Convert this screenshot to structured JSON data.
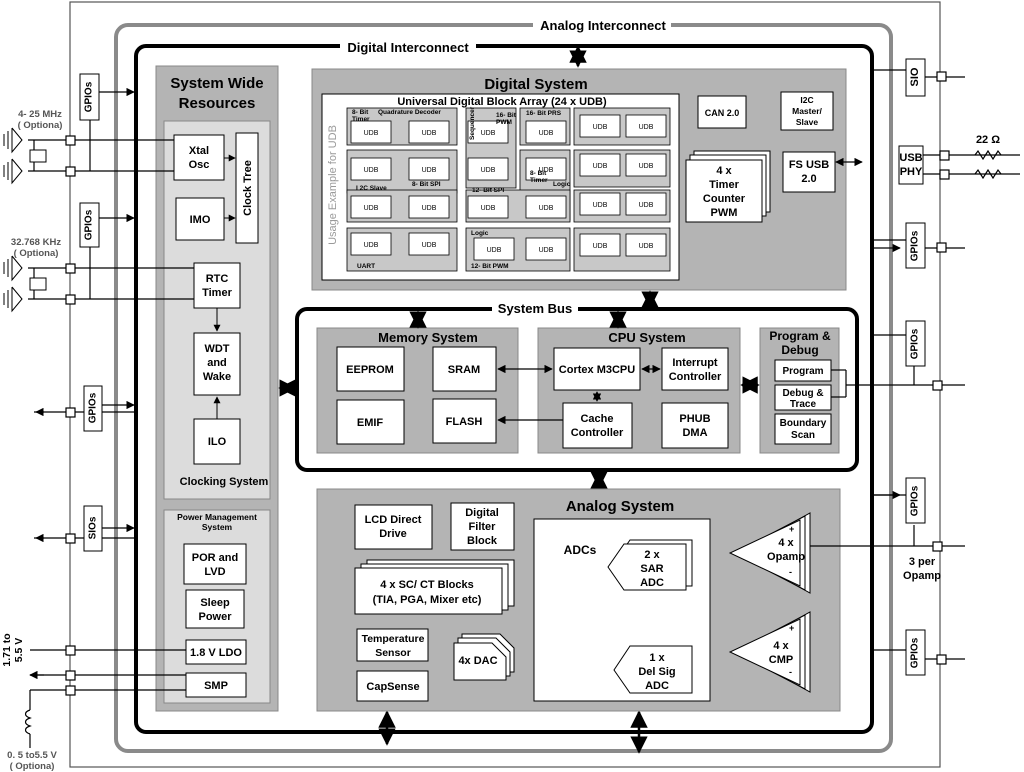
{
  "interconnect": {
    "analog": "Analog Interconnect",
    "digital": "Digital Interconnect",
    "system_bus": "System Bus"
  },
  "system_wide": {
    "title_line1": "System Wide",
    "title_line2": "Resources",
    "xtal_osc": [
      "Xtal",
      "Osc"
    ],
    "clock_tree": "Clock Tree",
    "imo": "IMO",
    "rtc_timer": [
      "RTC",
      "Timer"
    ],
    "wdt_wake": [
      "WDT",
      "and",
      "Wake"
    ],
    "ilo": "ILO",
    "clocking_system": "Clocking System",
    "power_mgmt": [
      "Power Management",
      "System"
    ],
    "por_lvd": [
      "POR and",
      "LVD"
    ],
    "sleep_power": [
      "Sleep",
      "Power"
    ],
    "ldo": "1.8 V LDO",
    "smp": "SMP"
  },
  "digital_system": {
    "title": "Digital System",
    "udb_array": "Universal Digital Block Array (24 x UDB)",
    "usage_example": "Usage Example for UDB",
    "udb": "UDB",
    "labels": {
      "timer_8bit": [
        "8- Bit",
        "Timer"
      ],
      "quad_decoder": "Quadrature Decoder",
      "sequencer": "Sequencer",
      "pwm_16bit": [
        "16- Bit",
        "PWM"
      ],
      "prs_16bit": "16- Bit PRS",
      "i2c_slave": "I 2C Slave",
      "spi_8bit": "8- Bit SPI",
      "spi_12bit": "12- Bit SPI",
      "timer_8bit_b": [
        "8- Bit",
        "Timer"
      ],
      "logic_a": "Logic",
      "logic_b": "Logic",
      "uart": "UART",
      "pwm_12bit": "12- Bit PWM"
    },
    "can": "CAN 2.0",
    "i2c_master": [
      "I2C",
      "Master/",
      "Slave"
    ],
    "timer_counter": [
      "4 x",
      "Timer",
      "Counter",
      "PWM"
    ],
    "fs_usb": [
      "FS USB",
      "2.0"
    ]
  },
  "memory_system": {
    "title": "Memory System",
    "eeprom": "EEPROM",
    "sram": "SRAM",
    "emif": "EMIF",
    "flash": "FLASH"
  },
  "cpu_system": {
    "title": "CPU System",
    "cortex": "Cortex M3CPU",
    "interrupt": [
      "Interrupt",
      "Controller"
    ],
    "cache": [
      "Cache",
      "Controller"
    ],
    "phub": [
      "PHUB",
      "DMA"
    ]
  },
  "program_debug": {
    "title": [
      "Program &",
      "Debug"
    ],
    "program": "Program",
    "debug_trace": [
      "Debug &",
      "Trace"
    ],
    "boundary_scan": [
      "Boundary",
      "Scan"
    ]
  },
  "analog_system": {
    "title": "Analog System",
    "lcd": [
      "LCD Direct",
      "Drive"
    ],
    "dfb": [
      "Digital",
      "Filter",
      "Block"
    ],
    "sc_ct": [
      "4 x SC/ CT Blocks",
      "(TIA, PGA, Mixer etc)"
    ],
    "temp_sensor": [
      "Temperature",
      "Sensor"
    ],
    "dac": "4x DAC",
    "capsense": "CapSense",
    "adcs": "ADCs",
    "sar_adc": [
      "2 x",
      "SAR",
      "ADC"
    ],
    "delsig_adc": [
      "1 x",
      "Del Sig",
      "ADC"
    ],
    "opamp": [
      "4 x",
      "Opamp"
    ],
    "cmp": [
      "4 x",
      "CMP"
    ]
  },
  "io": {
    "gpios": "GPIOs",
    "sios": "SIOs",
    "sio": "SIO",
    "usb_phy": [
      "USB",
      "PHY"
    ],
    "resistor": "22 Ω",
    "three_per_opamp": [
      "3 per",
      "Opamp"
    ]
  },
  "external": {
    "mhz": [
      "4- 25 MHz",
      "( Optiona)"
    ],
    "khz": [
      "32.768  KHz",
      "( Optiona)"
    ],
    "vdd": [
      "1.71 to",
      "5.5 V"
    ],
    "boost": [
      "0. 5 to5.5 V",
      "( Optiona)"
    ]
  },
  "colors": {
    "panel": "#b4b4b4",
    "panel_light": "#cfcfcf",
    "block": "#ffffff",
    "analog_border": "#8a8a8a",
    "line": "#000000"
  }
}
